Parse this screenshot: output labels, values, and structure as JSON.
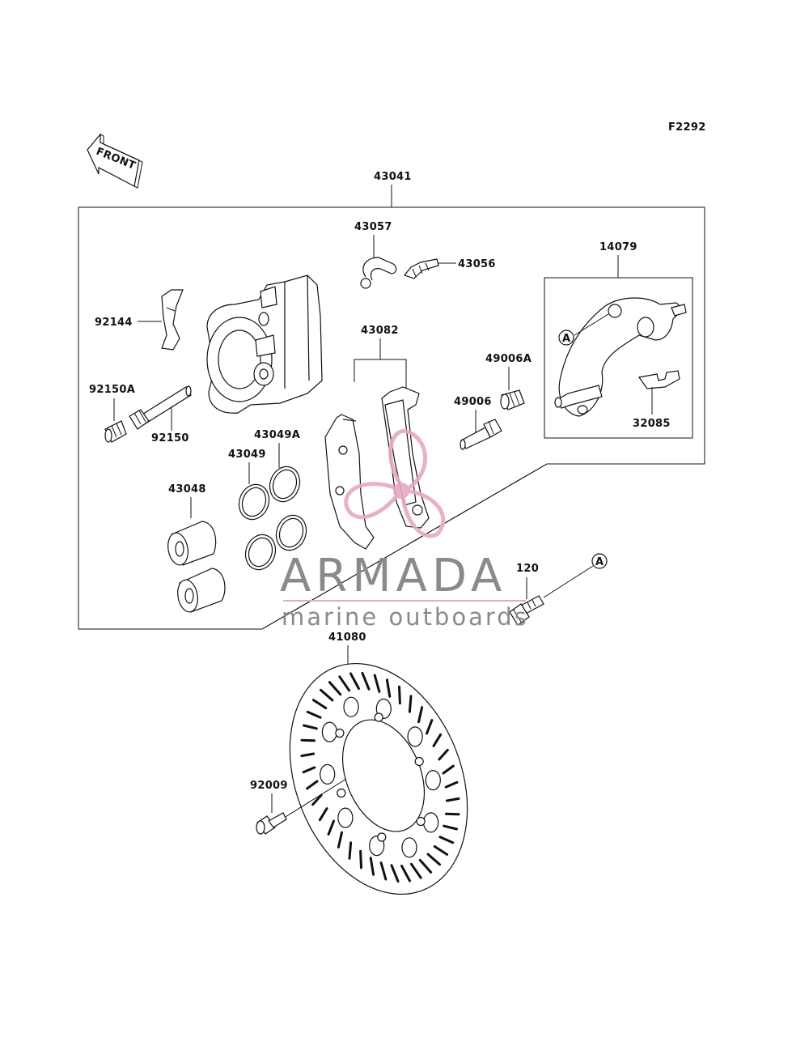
{
  "diagram": {
    "figure_code": "F2292",
    "front_label": "FRONT",
    "ref_marker": "A",
    "parts": {
      "p43041": "43041",
      "p43057": "43057",
      "p43056": "43056",
      "p14079": "14079",
      "p92144": "92144",
      "p43082": "43082",
      "p49006A": "49006A",
      "p92150A": "92150A",
      "p49006": "49006",
      "p92150": "92150",
      "p43049A": "43049A",
      "p43049": "43049",
      "p32085": "32085",
      "p43048": "43048",
      "p120": "120",
      "p41080": "41080",
      "p92009": "92009"
    }
  },
  "watermark": {
    "brand": "ARMADA",
    "tagline": "marine outboards",
    "colors": {
      "text": "#8a8a8a",
      "accent": "#e7a9c4"
    }
  }
}
